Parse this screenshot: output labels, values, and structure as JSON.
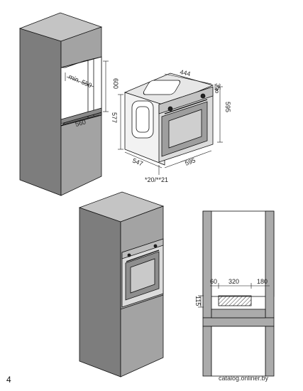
{
  "colors": {
    "cabinet": "#9b9b9b",
    "cabinet_dark": "#6f6f6f",
    "cabinet_light": "#bdbdbd",
    "line": "#111111"
  },
  "dimensions": {
    "cabinet_depth_min": "min. 550",
    "cabinet_height": "600",
    "cabinet_width": "560",
    "oven_width_top": "444",
    "oven_offset_a": "35",
    "oven_offset_b": "8",
    "oven_front_height": "595",
    "oven_side_height": "577",
    "oven_depth": "547",
    "oven_front_width": "595",
    "oven_front_thickness": "*20/**21",
    "vent_a": "60",
    "vent_b": "320",
    "vent_c": "180",
    "vent_height": "115"
  },
  "page_number": "4",
  "watermark": "catalog.onliner.by"
}
